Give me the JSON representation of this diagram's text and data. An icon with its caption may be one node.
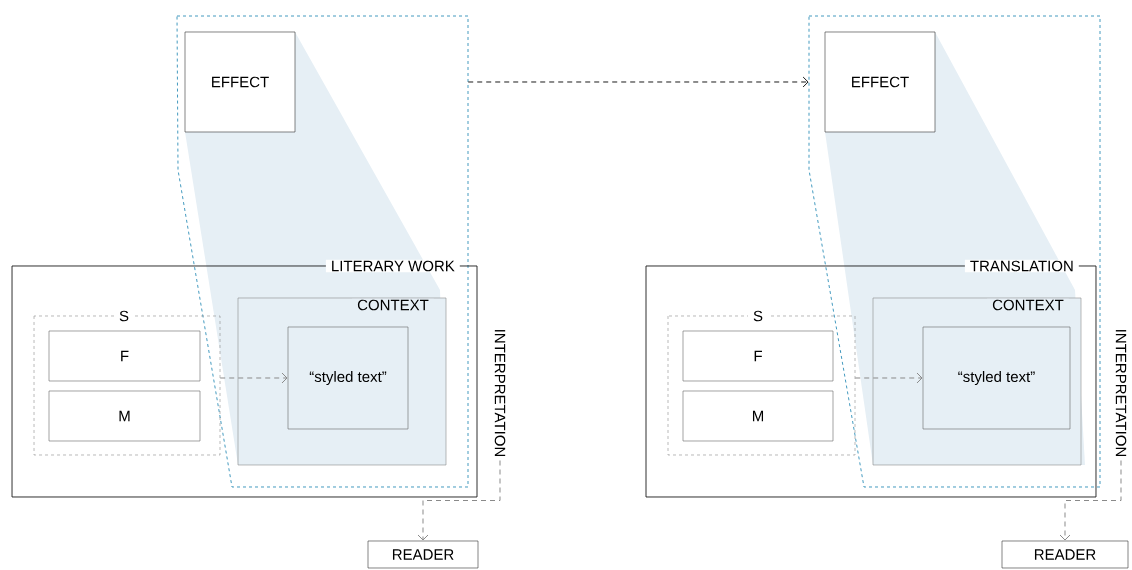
{
  "diagram": {
    "nodes": [
      {
        "text": [],
        "shape": "polygon"
      },
      {
        "text": [
          "EFFECT"
        ],
        "in": 0
      },
      {
        "text": [
          "LITERARY WORK"
        ]
      },
      {
        "text": [
          "S"
        ],
        "in": 2
      },
      {
        "text": [
          "F"
        ],
        "in": 3
      },
      {
        "text": [
          "M"
        ],
        "in": 3
      },
      {
        "text": [
          "CONTEXT"
        ]
      },
      {
        "text": [
          "“styled text”"
        ],
        "in": 6
      },
      {
        "text": [
          "INTERPRETATION"
        ]
      },
      {
        "text": [
          "READER"
        ]
      },
      {
        "text": [],
        "shape": "polygon"
      },
      {
        "text": [
          "EFFECT"
        ],
        "in": 10
      },
      {
        "text": [
          "TRANSLATION"
        ]
      },
      {
        "text": [
          "S"
        ],
        "in": 12
      },
      {
        "text": [
          "F"
        ],
        "in": 13
      },
      {
        "text": [
          "M"
        ],
        "in": 13
      },
      {
        "text": [
          "CONTEXT"
        ]
      },
      {
        "text": [
          "“styled text”"
        ],
        "in": 16
      },
      {
        "text": [
          "INTERPRETATION"
        ]
      },
      {
        "text": [
          "READER"
        ]
      }
    ],
    "edges": [
      {
        "from": 3,
        "to": 7,
        "arrow": "to",
        "style": "dashed"
      },
      {
        "from": 8,
        "to": 9,
        "arrow": "to",
        "style": "dashed"
      },
      {
        "from": 0,
        "to": 10,
        "arrow": "to",
        "style": "dashed",
        "color": "#1a1a1a"
      },
      {
        "from": 13,
        "to": 17,
        "arrow": "to",
        "style": "dashed"
      },
      {
        "from": 18,
        "to": 19,
        "arrow": "to",
        "style": "dashed"
      }
    ]
  }
}
